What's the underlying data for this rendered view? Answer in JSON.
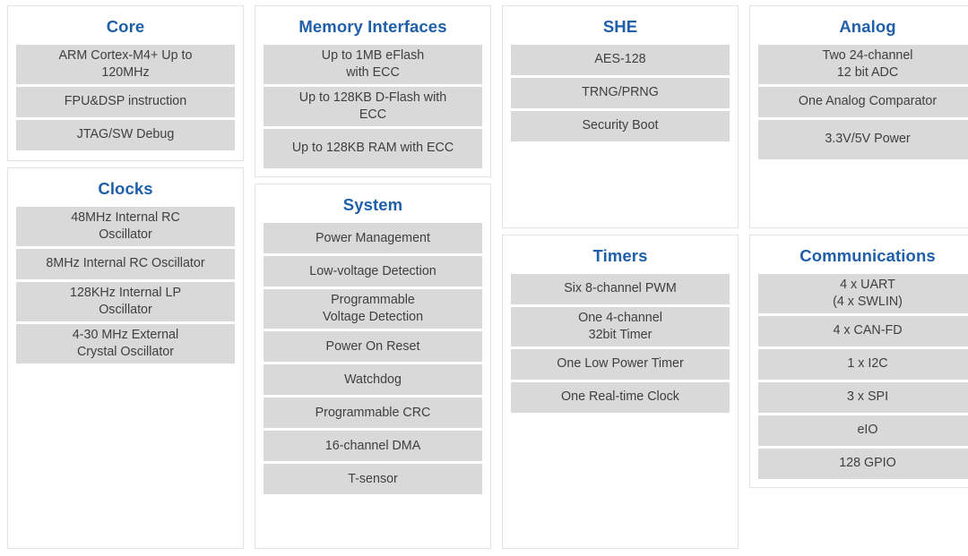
{
  "diagram": {
    "accent_color": "#1f5fa9",
    "item_background": "#d9d9d9",
    "item_text_color": "#3f3f3f",
    "panel_border_color": "#e3e3e3",
    "page_background": "#ffffff"
  },
  "columns": [
    {
      "id": "column-1",
      "panels": [
        {
          "id": "core",
          "title": "Core",
          "items": [
            "ARM Cortex-M4+ Up to\n120MHz",
            "FPU&DSP instruction",
            "JTAG/SW Debug"
          ]
        },
        {
          "id": "clocks",
          "title": "Clocks",
          "items": [
            "48MHz Internal RC\nOscillator",
            "8MHz Internal RC Oscillator",
            "128KHz Internal LP\nOscillator",
            "4-30 MHz External\nCrystal Oscillator"
          ]
        }
      ]
    },
    {
      "id": "column-2",
      "panels": [
        {
          "id": "memory-interfaces",
          "title": "Memory Interfaces",
          "items": [
            "Up to 1MB eFlash\nwith ECC",
            "Up to 128KB D-Flash with\nECC",
            "Up to 128KB RAM with ECC"
          ]
        },
        {
          "id": "system",
          "title": "System",
          "items": [
            "Power Management",
            "Low-voltage Detection",
            "Programmable\nVoltage Detection",
            "Power On Reset",
            "Watchdog",
            "Programmable CRC",
            "16-channel DMA",
            "T-sensor"
          ]
        }
      ]
    },
    {
      "id": "column-3",
      "panels": [
        {
          "id": "she",
          "title": "SHE",
          "items": [
            "AES-128",
            "TRNG/PRNG",
            "Security Boot"
          ]
        },
        {
          "id": "timers",
          "title": "Timers",
          "items": [
            "Six 8-channel PWM",
            "One 4-channel\n32bit Timer",
            "One Low Power Timer",
            "One Real-time Clock"
          ]
        }
      ]
    },
    {
      "id": "column-4",
      "panels": [
        {
          "id": "analog",
          "title": "Analog",
          "items": [
            "Two 24-channel\n12 bit ADC",
            "One Analog Comparator",
            "3.3V/5V Power"
          ]
        },
        {
          "id": "communications",
          "title": "Communications",
          "items": [
            "4 x UART\n(4 x SWLIN)",
            "4 x CAN-FD",
            "1 x I2C",
            "3 x SPI",
            "eIO",
            "128 GPIO"
          ]
        }
      ]
    }
  ]
}
